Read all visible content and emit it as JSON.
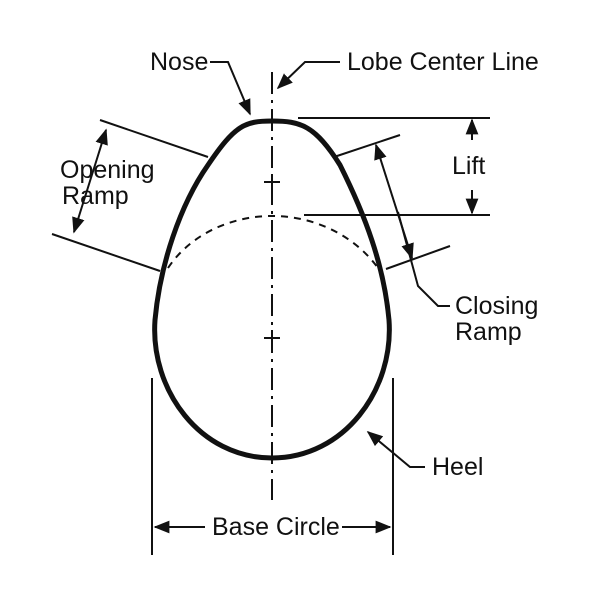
{
  "diagram": {
    "labels": {
      "nose": "Nose",
      "lobe_center_line": "Lobe Center Line",
      "opening_ramp_line1": "Opening",
      "opening_ramp_line2": "Ramp",
      "lift": "Lift",
      "closing_ramp_line1": "Closing",
      "closing_ramp_line2": "Ramp",
      "heel": "Heel",
      "base_circle": "Base Circle"
    },
    "colors": {
      "line": "#111111",
      "background": "#ffffff"
    }
  }
}
